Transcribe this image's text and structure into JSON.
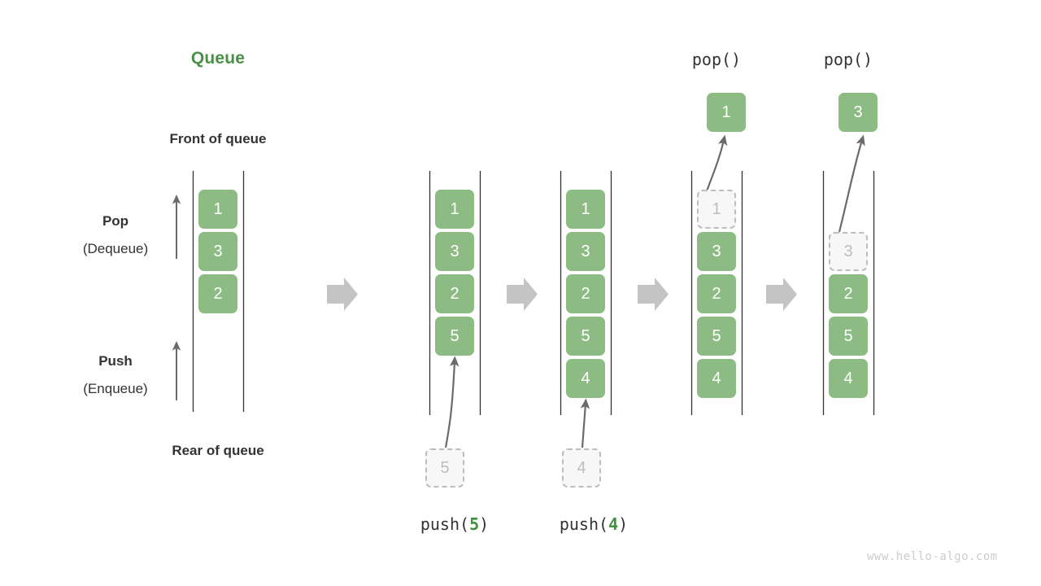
{
  "diagram": {
    "title": "Queue",
    "watermark": "www.hello-algo.com",
    "labels": {
      "front": "Front of queue",
      "rear": "Rear of queue",
      "pop_title": "Pop",
      "pop_sub": "(Dequeue)",
      "push_title": "Push",
      "push_sub": "(Enqueue)"
    },
    "colors": {
      "box_fill": "#8cbc83",
      "box_text": "#ffffff",
      "ghost_fill": "#f7f7f7",
      "ghost_border": "#bdbdbd",
      "ghost_text": "#bdbdbd",
      "title_green": "#4a9048",
      "accent_green": "#3f9142",
      "rail": "#333333",
      "arrow_gray": "#c4c4c4",
      "thin_arrow": "#6b6b6b",
      "text": "#333333",
      "watermark": "#cccccc"
    },
    "states": [
      {
        "name": "initial",
        "caption": "",
        "caption_prefix": "",
        "caption_num": "",
        "caption_suffix": "",
        "top_label": "",
        "popped_value": "",
        "items": [
          "1",
          "3",
          "2"
        ],
        "ghost_top": false,
        "incoming_value": ""
      },
      {
        "name": "after-push-5",
        "caption_prefix": "push(",
        "caption_num": "5",
        "caption_suffix": ")",
        "top_label": "",
        "popped_value": "",
        "items": [
          "1",
          "3",
          "2",
          "5"
        ],
        "ghost_top": false,
        "incoming_value": "5"
      },
      {
        "name": "after-push-4",
        "caption_prefix": "push(",
        "caption_num": "4",
        "caption_suffix": ")",
        "top_label": "",
        "popped_value": "",
        "items": [
          "1",
          "3",
          "2",
          "5",
          "4"
        ],
        "ghost_top": false,
        "incoming_value": "4"
      },
      {
        "name": "after-pop-1",
        "caption_prefix": "",
        "caption_num": "",
        "caption_suffix": "",
        "top_label": "pop()",
        "popped_value": "1",
        "items": [
          "1",
          "3",
          "2",
          "5",
          "4"
        ],
        "ghost_top": true,
        "incoming_value": ""
      },
      {
        "name": "after-pop-3",
        "caption_prefix": "",
        "caption_num": "",
        "caption_suffix": "",
        "top_label": "pop()",
        "popped_value": "3",
        "items": [
          "3",
          "2",
          "5",
          "4"
        ],
        "ghost_top": true,
        "incoming_value": ""
      }
    ],
    "transitions": [
      "step-arrow-1",
      "step-arrow-2",
      "step-arrow-3",
      "step-arrow-4"
    ]
  }
}
